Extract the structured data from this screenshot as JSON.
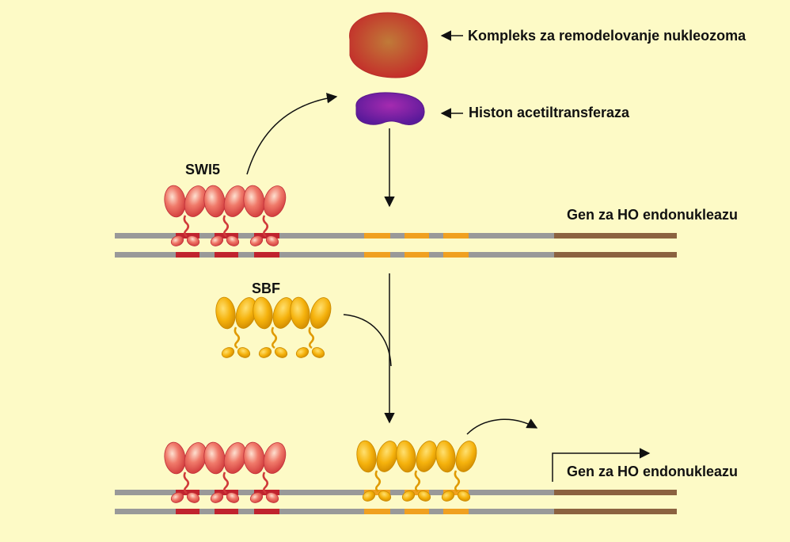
{
  "labels": {
    "remodeling_complex": "Kompleks za remodelovanje nukleozoma",
    "histone_acetyltransferase": "Histon acetiltransferaza",
    "swi5": "SWI5",
    "sbf": "SBF",
    "gene_top": "Gen za HO endonukleazu",
    "gene_bottom": "Gen za HO endonukleazu"
  },
  "colors": {
    "background": "#fdfac6",
    "dna_strand": "#999999",
    "swi5_site": "#c0232e",
    "sbf_site": "#f0a020",
    "gene_region": "#8b6240",
    "swi5_protein": "#e8625a",
    "sbf_protein": "#f2b010",
    "remodeling_complex": "#c4502e",
    "hat": "#8a22a0"
  }
}
